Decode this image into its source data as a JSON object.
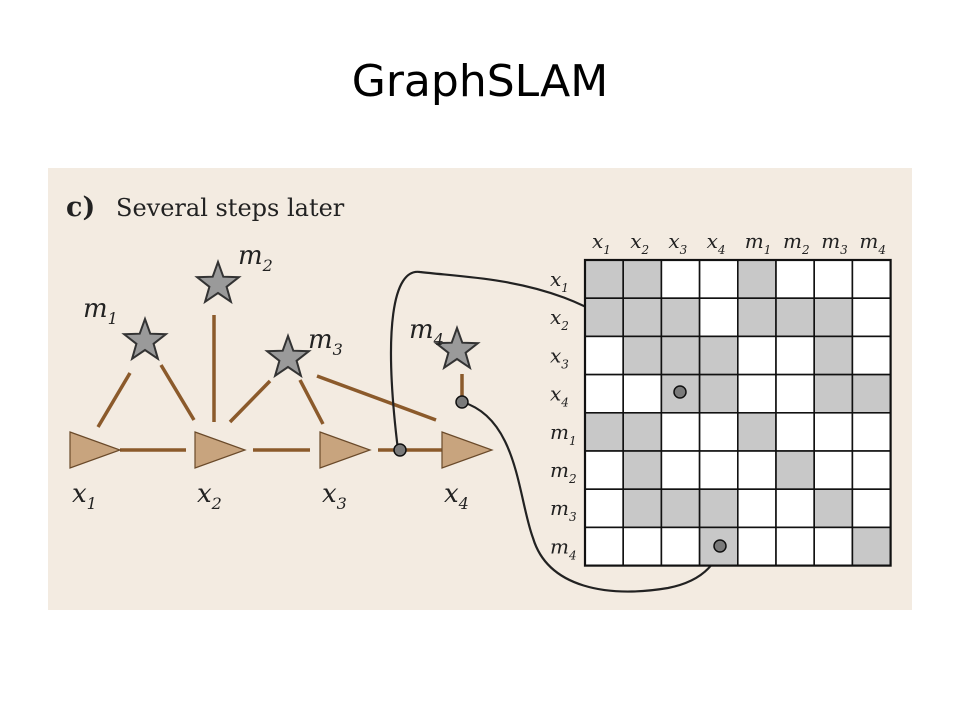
{
  "slide": {
    "title": "GraphSLAM"
  },
  "figure": {
    "panel_letter": "c)",
    "panel_title": "Several steps later",
    "colors": {
      "background": "#f3ebe1",
      "edge": "#8b5a2b",
      "pose_fill": "#c8a47e",
      "landmark_fill": "#9a9a9a",
      "filled_cell": "#c8c8c8",
      "empty_cell": "#ffffff"
    },
    "poses": [
      {
        "base": "x",
        "sub": "1"
      },
      {
        "base": "x",
        "sub": "2"
      },
      {
        "base": "x",
        "sub": "3"
      },
      {
        "base": "x",
        "sub": "4"
      }
    ],
    "landmarks": [
      {
        "base": "m",
        "sub": "1"
      },
      {
        "base": "m",
        "sub": "2"
      },
      {
        "base": "m",
        "sub": "3"
      },
      {
        "base": "m",
        "sub": "4"
      }
    ],
    "matrix": {
      "labels": [
        {
          "base": "x",
          "sub": "1"
        },
        {
          "base": "x",
          "sub": "2"
        },
        {
          "base": "x",
          "sub": "3"
        },
        {
          "base": "x",
          "sub": "4"
        },
        {
          "base": "m",
          "sub": "1"
        },
        {
          "base": "m",
          "sub": "2"
        },
        {
          "base": "m",
          "sub": "3"
        },
        {
          "base": "m",
          "sub": "4"
        }
      ],
      "cells": [
        [
          1,
          1,
          0,
          0,
          1,
          0,
          0,
          0
        ],
        [
          1,
          1,
          1,
          0,
          1,
          1,
          1,
          0
        ],
        [
          0,
          1,
          1,
          1,
          0,
          0,
          1,
          0
        ],
        [
          0,
          0,
          1,
          1,
          0,
          0,
          1,
          1
        ],
        [
          1,
          1,
          0,
          0,
          1,
          0,
          0,
          0
        ],
        [
          0,
          1,
          0,
          0,
          0,
          1,
          0,
          0
        ],
        [
          0,
          1,
          1,
          1,
          0,
          0,
          1,
          0
        ],
        [
          0,
          0,
          0,
          1,
          0,
          0,
          0,
          1
        ]
      ]
    }
  }
}
